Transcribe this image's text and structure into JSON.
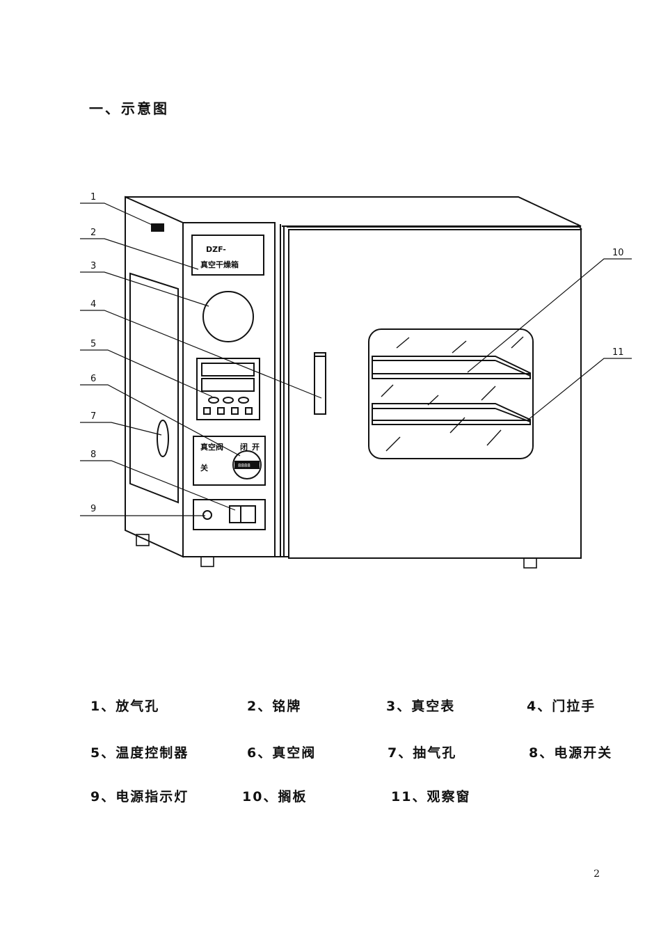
{
  "section_title": "一、示意图",
  "panel": {
    "nameplate_line1": "DZF-",
    "nameplate_line2": "真空干燥箱",
    "valve_label": "真空阀",
    "valve_open": "开",
    "valve_close": "关",
    "valve_side": "闭",
    "valve_knob_text": "8888"
  },
  "callouts": [
    "1",
    "2",
    "3",
    "4",
    "5",
    "6",
    "7",
    "8",
    "9",
    "10",
    "11"
  ],
  "legend": [
    "1、放气孔",
    "2、铭牌",
    "3、真空表",
    "4、门拉手",
    "5、温度控制器",
    "6、真空阀",
    "7、抽气孔",
    "8、电源开关",
    "9、电源指示灯",
    "10、搁板",
    "11、观察窗"
  ],
  "page_number": "2"
}
